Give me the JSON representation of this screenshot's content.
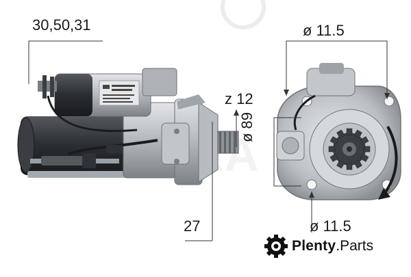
{
  "labels": {
    "part_numbers": "30,50,31",
    "length_27": "27",
    "teeth": "z 12",
    "diameter_89": "ø 89",
    "bolt_top": "ø 11.5",
    "bolt_bottom": "ø 11.5"
  },
  "brand": {
    "name": "Plenty",
    "tld": ".Parts"
  },
  "colors": {
    "dimension_line": "#333333",
    "metal_light": "#c9ccd0",
    "metal_dark": "#6e7378",
    "body_dark": "#2c2f33",
    "watermark": "#e6e6e6"
  },
  "icons": [
    "plenty-gear-logo-icon",
    "rotation-arrow-icon"
  ]
}
